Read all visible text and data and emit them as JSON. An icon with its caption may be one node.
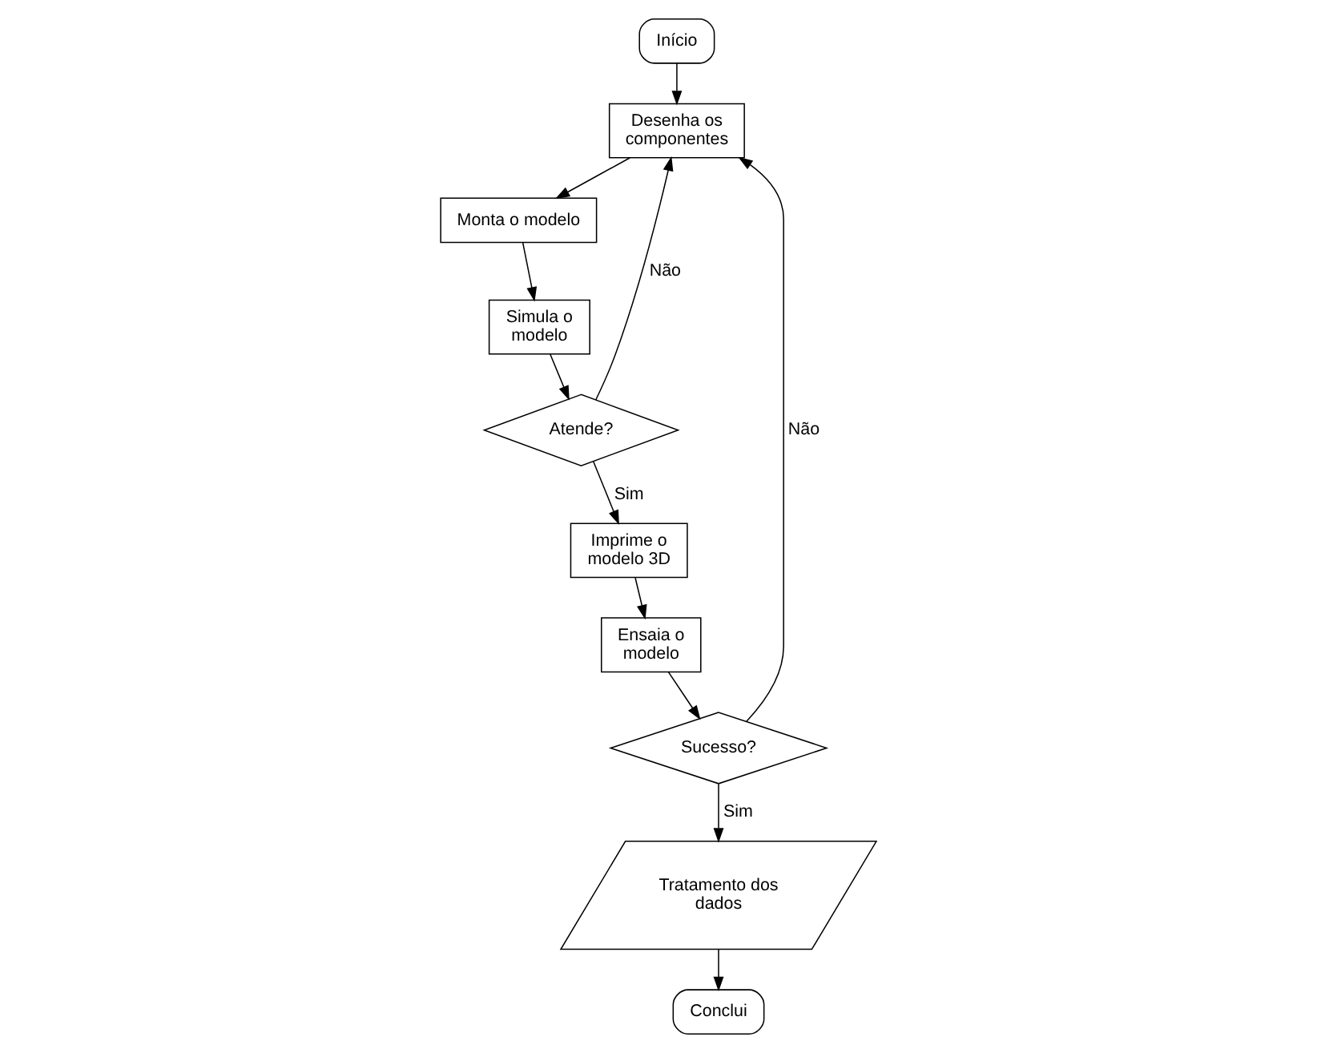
{
  "diagram": {
    "nodes": [
      {
        "text": [
          "Início"
        ]
      },
      {
        "text": [
          "Desenha os componentes"
        ]
      },
      {
        "text": [
          "Monta o modelo"
        ]
      },
      {
        "text": [
          "Simula o modelo"
        ]
      },
      {
        "text": [
          "Atende?"
        ]
      },
      {
        "text": [
          "Imprime o modelo 3D"
        ]
      },
      {
        "text": [
          "Ensaia o modelo"
        ]
      },
      {
        "text": [
          "Sucesso?"
        ]
      },
      {
        "text": [
          "Tratamento dos dados"
        ]
      },
      {
        "text": [
          "Conclui"
        ]
      }
    ],
    "edges": [
      {
        "from": 0,
        "to": 1,
        "arrow": "to"
      },
      {
        "from": 1,
        "to": 2,
        "arrow": "to"
      },
      {
        "from": 2,
        "to": 3,
        "arrow": "to"
      },
      {
        "from": 3,
        "to": 4,
        "arrow": "to"
      },
      {
        "from": 4,
        "to": 1,
        "arrow": "to",
        "label": "Não"
      },
      {
        "from": 4,
        "to": 5,
        "arrow": "to",
        "label": "Sim"
      },
      {
        "from": 5,
        "to": 6,
        "arrow": "to"
      },
      {
        "from": 6,
        "to": 7,
        "arrow": "to"
      },
      {
        "from": 7,
        "to": 1,
        "arrow": "to",
        "label": "Não"
      },
      {
        "from": 7,
        "to": 8,
        "arrow": "to",
        "label": "Sim"
      },
      {
        "from": 8,
        "to": 9,
        "arrow": "to"
      }
    ]
  }
}
